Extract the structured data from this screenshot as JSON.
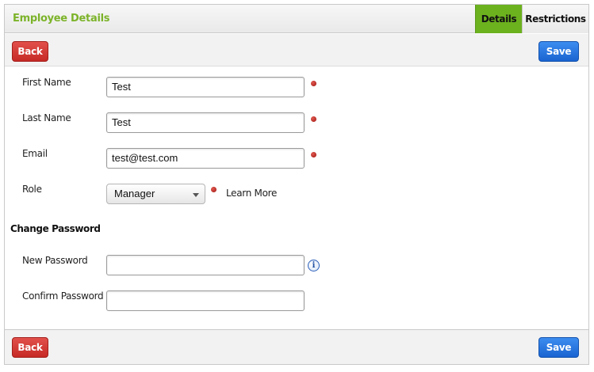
{
  "header": {
    "title": "Employee Details",
    "tabs": [
      {
        "label": "Details",
        "active": true
      },
      {
        "label": "Restrictions",
        "active": false
      }
    ]
  },
  "toolbar": {
    "back_label": "Back",
    "save_label": "Save"
  },
  "form": {
    "first_name": {
      "label": "First Name",
      "value": "Test",
      "required": true
    },
    "last_name": {
      "label": "Last Name",
      "value": "Test",
      "required": true
    },
    "email": {
      "label": "Email",
      "value": "test@test.com",
      "required": true
    },
    "role": {
      "label": "Role",
      "value": "Manager",
      "required": true,
      "link": "Learn More"
    }
  },
  "password": {
    "section_title": "Change Password",
    "new_password": {
      "label": "New Password",
      "value": ""
    },
    "confirm_password": {
      "label": "Confirm Password",
      "value": ""
    }
  },
  "icons": {
    "required_marker": "required-dot-icon",
    "info": "info-icon",
    "dropdown": "chevron-down-icon"
  },
  "colors": {
    "title": "#7cb32a",
    "active_tab": "#6cb11e",
    "back_button": "#c62a26",
    "save_button": "#1a64d1",
    "required": "#a01712"
  }
}
